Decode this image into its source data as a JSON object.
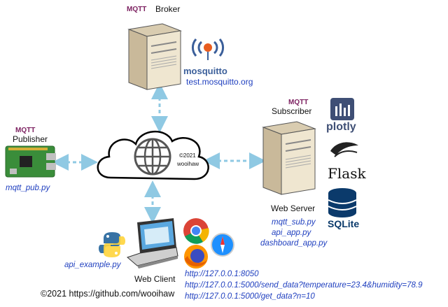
{
  "broker": {
    "badge": "MQTT",
    "title": "Broker",
    "logo_text": "mosquitto",
    "url": "test.mosquitto.org"
  },
  "publisher": {
    "badge": "MQTT",
    "title": "Publisher",
    "script": "mqtt_pub.py"
  },
  "subscriber": {
    "badge": "MQTT",
    "title": "Subscriber",
    "server_label": "Web Server",
    "scripts": [
      "mqtt_sub.py",
      "api_app.py",
      "dashboard_app.py"
    ],
    "logos": [
      "plotly",
      "Flask",
      "SQLite"
    ]
  },
  "cloud": {
    "copyright": "©2021",
    "author": "wooihaw"
  },
  "client": {
    "label": "Web Client",
    "script": "api_example.py",
    "urls": [
      "http://127.0.0.1:8050",
      "http://127.0.0.1:5000/send_data?temperature=23.4&humidity=78.9",
      "http://127.0.0.1:5000/get_data?n=10"
    ]
  },
  "footer": {
    "text": "©2021 https://github.com/wooihaw"
  },
  "colors": {
    "arrow": "#8fc9e3",
    "link_blue": "#1f3fbf",
    "mqtt_purple": "#7b1f5f",
    "server_beige": "#efe6d0"
  }
}
